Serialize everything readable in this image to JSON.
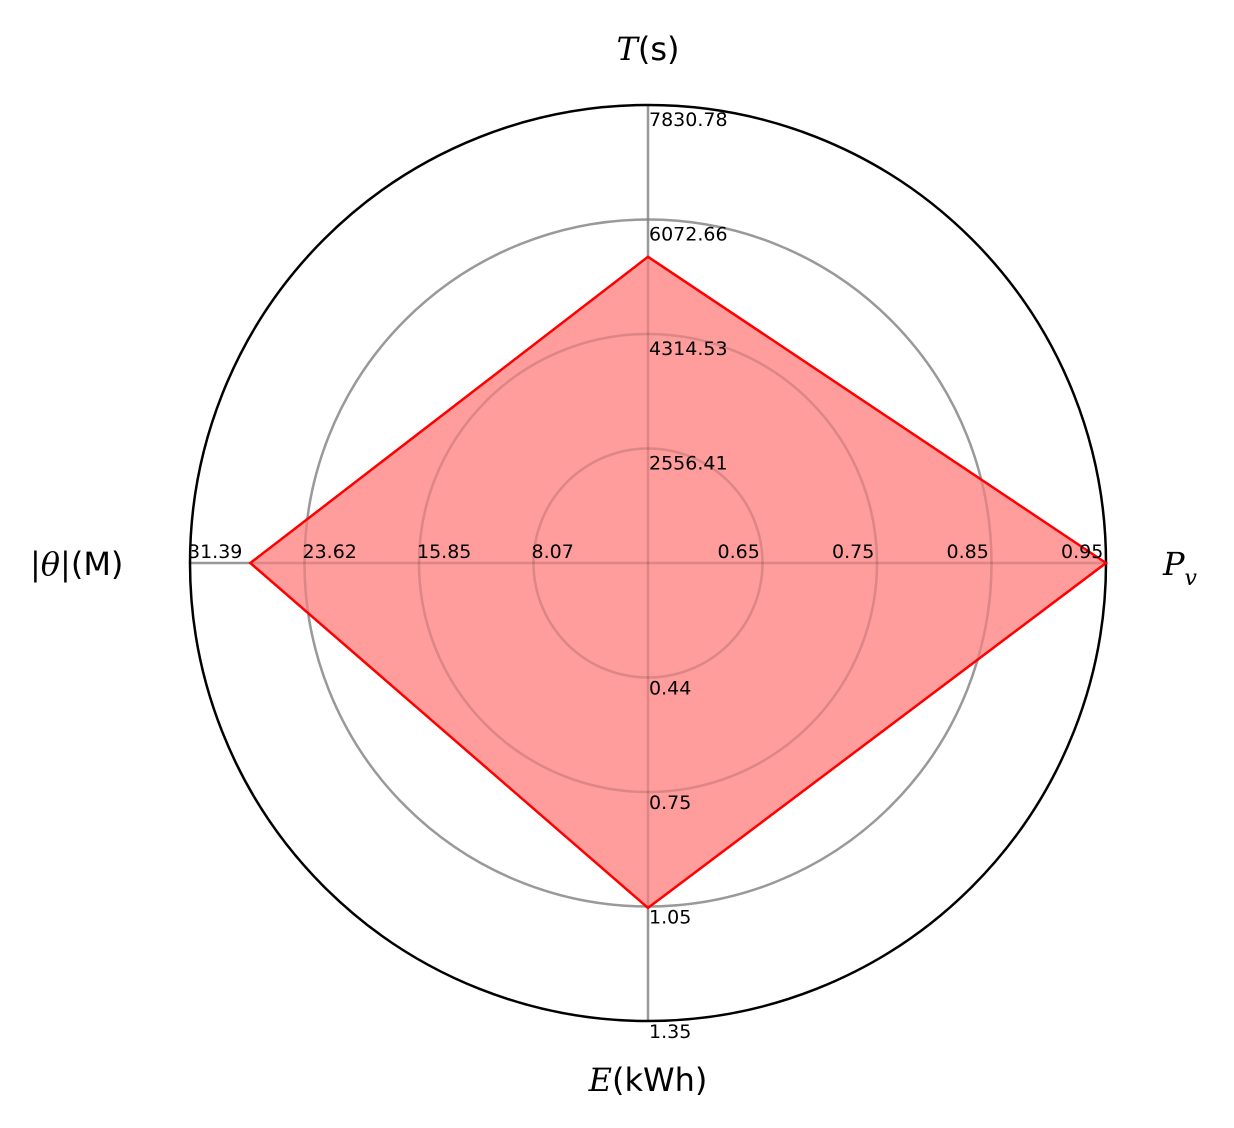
{
  "chart_data": {
    "type": "radar",
    "axes": [
      {
        "key": "T",
        "label_math": "T",
        "label_text": "(s)",
        "ticks": [
          "2556.41",
          "4314.53",
          "6072.66",
          "7830.78"
        ],
        "tick_values": [
          2556.41,
          4314.53,
          6072.66,
          7830.78
        ],
        "range": [
          798.29,
          7830.78
        ],
        "value": 5500
      },
      {
        "key": "Pv",
        "label_math": "P",
        "label_sub": "v",
        "ticks": [
          "0.65",
          "0.75",
          "0.85",
          "0.95"
        ],
        "tick_values": [
          0.65,
          0.75,
          0.85,
          0.95
        ],
        "range": [
          0.55,
          0.95
        ],
        "value": 0.95
      },
      {
        "key": "E",
        "label_math": "E",
        "label_text": "(kWh)",
        "ticks": [
          "0.44",
          "0.75",
          "1.05",
          "1.35"
        ],
        "tick_values": [
          0.44,
          0.75,
          1.05,
          1.35
        ],
        "range": [
          0.135,
          1.35
        ],
        "value": 1.05
      },
      {
        "key": "theta",
        "label_math": "|θ|",
        "label_text": "(M)",
        "ticks": [
          "8.07",
          "15.85",
          "23.62",
          "31.39"
        ],
        "tick_values": [
          8.07,
          15.85,
          23.62,
          31.39
        ],
        "range": [
          0.3,
          31.39
        ],
        "value": 27.3
      }
    ],
    "series": [
      {
        "values": [
          5500,
          0.95,
          1.05,
          27.3
        ]
      }
    ],
    "colors": {
      "series_line": "#ff0000",
      "series_fill": "#ff9999",
      "grid": "#b0b0b0",
      "outer": "#000000"
    },
    "grid": true
  }
}
